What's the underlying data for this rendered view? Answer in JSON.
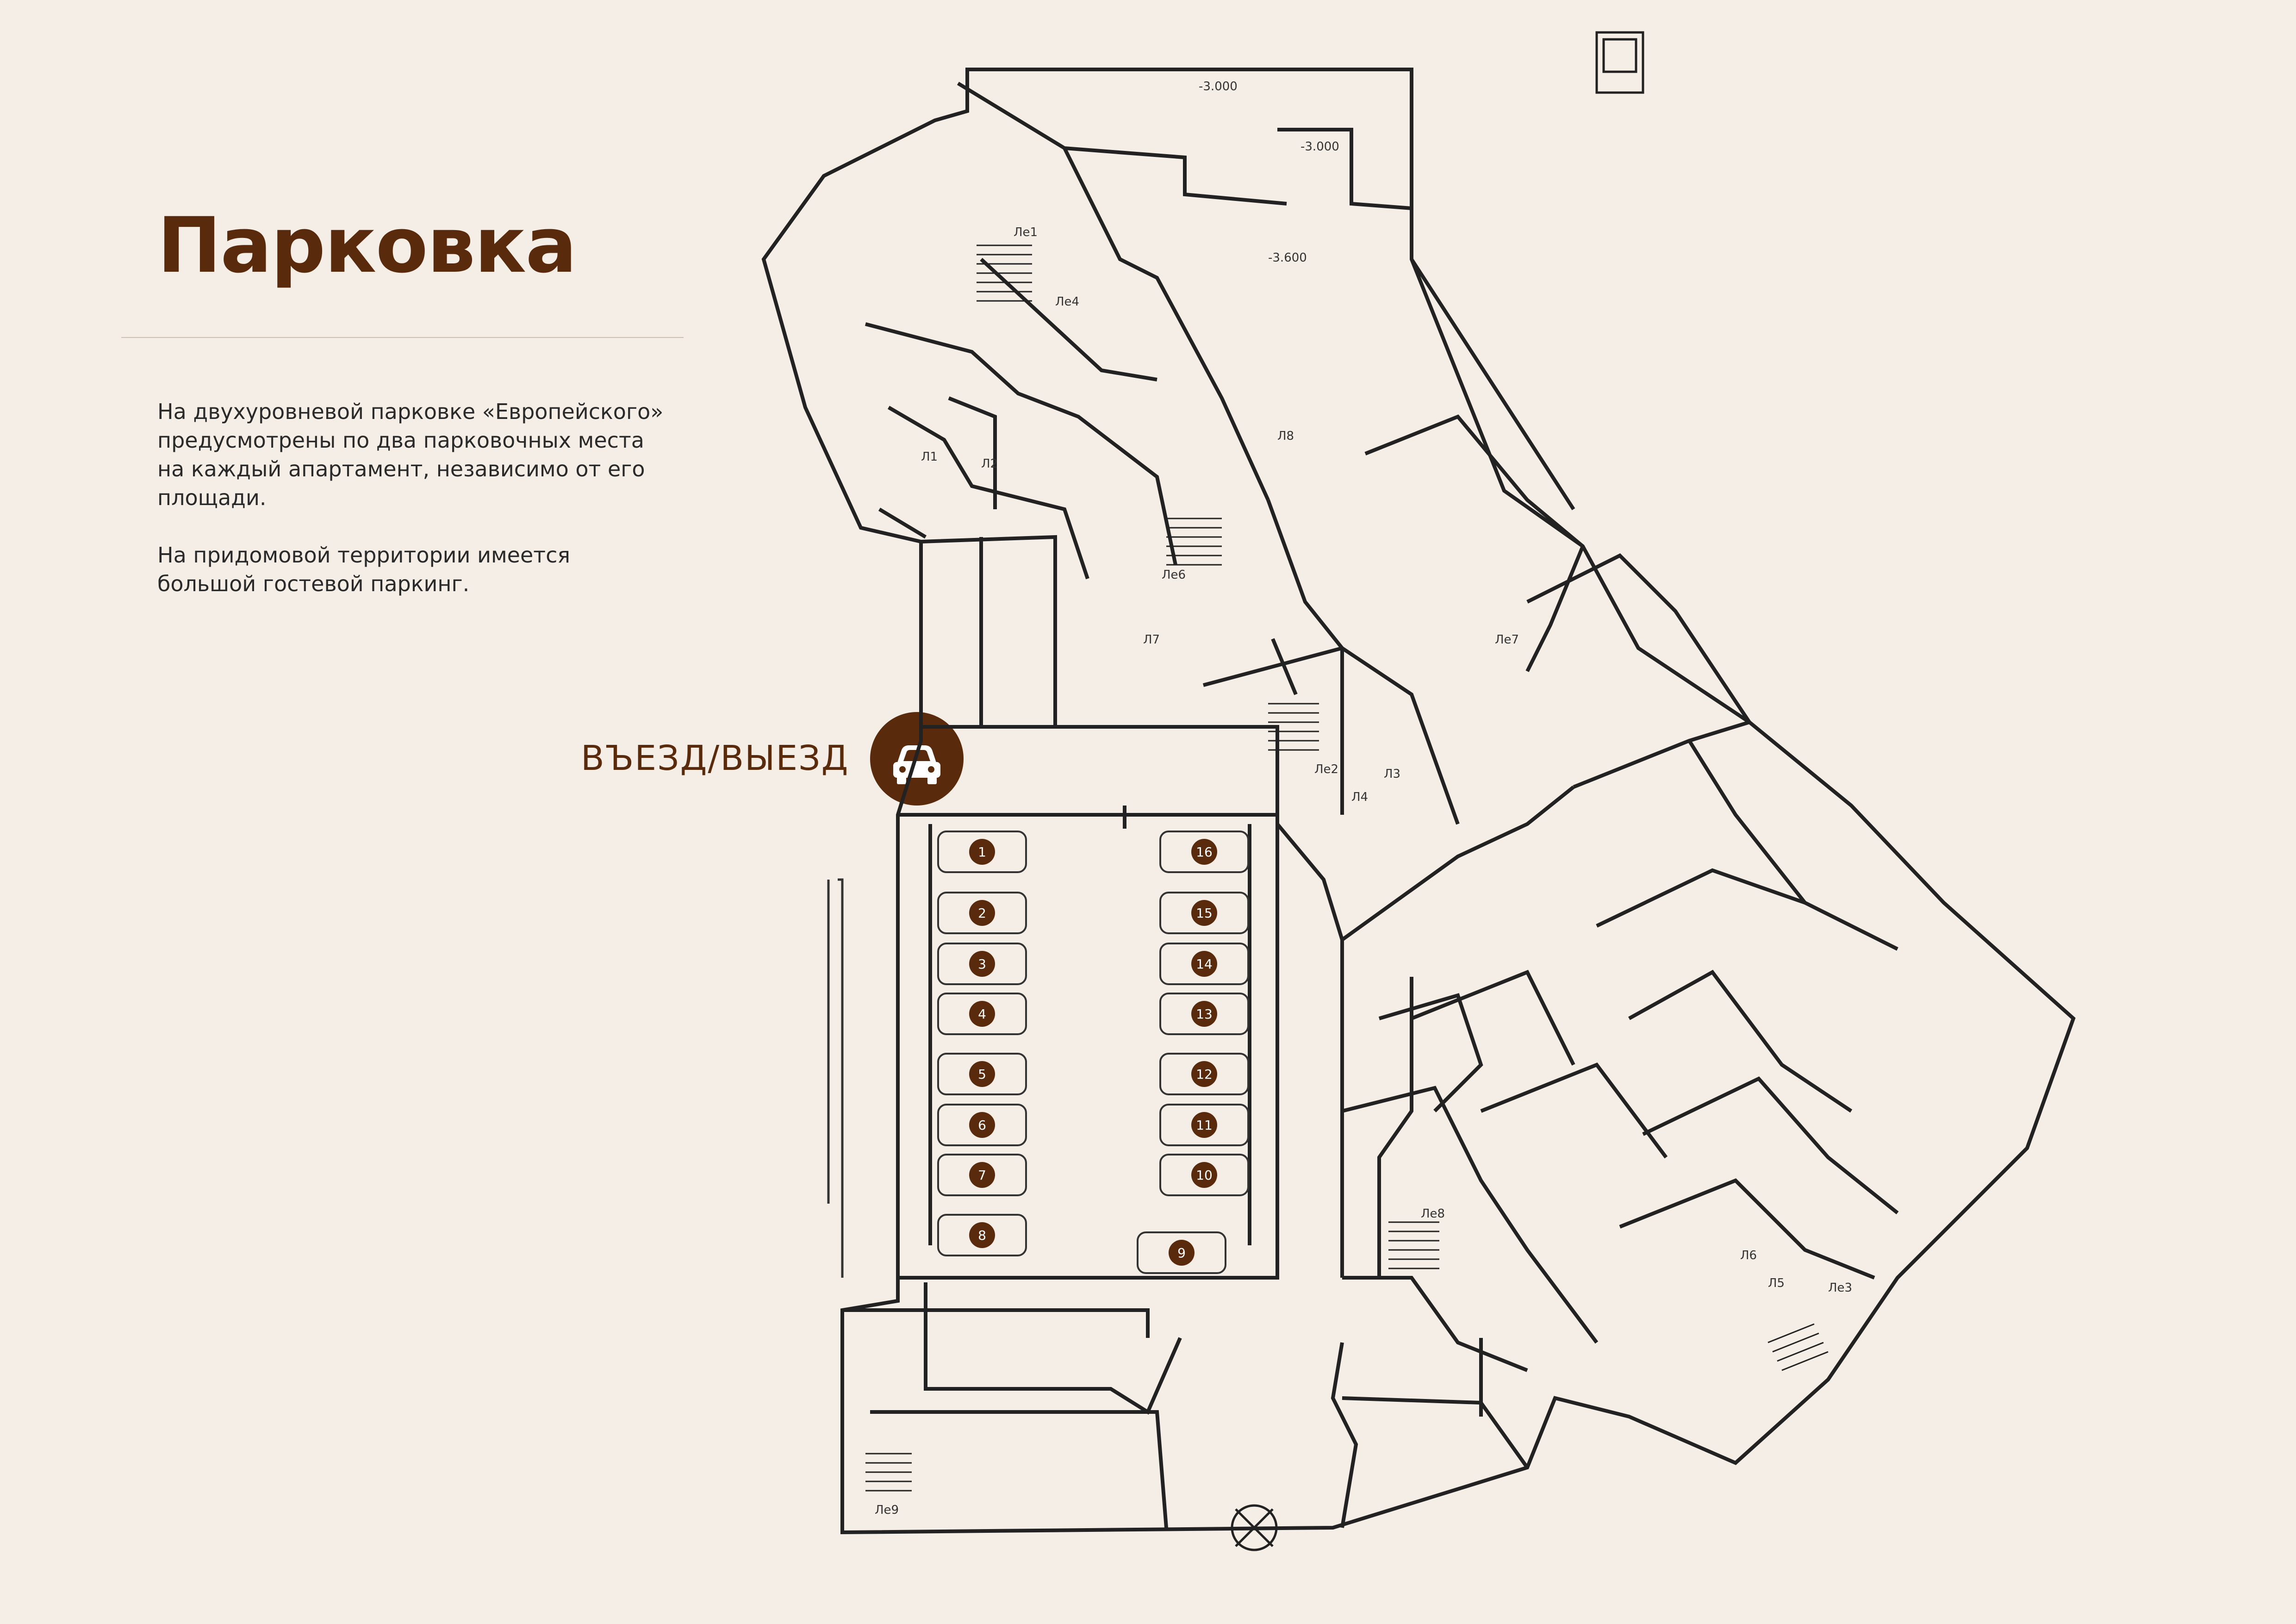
{
  "page": {
    "title": "Парковка",
    "description": [
      "На двухуровневой парковке «Европейского»\nпредусмотрены по два парковочных места\nна каждый апартамент, независимо от его\nплощади.",
      "На придомовой территории имеется\nбольшой гостевой паркинг."
    ]
  },
  "entry": {
    "label": "ВЪЕЗД/ВЫЕЗД",
    "icon": "car-icon"
  },
  "parking_spots": {
    "left_column": [
      "1",
      "2",
      "3",
      "4",
      "5",
      "6",
      "7",
      "8"
    ],
    "right_column": [
      "16",
      "15",
      "14",
      "13",
      "12",
      "11",
      "10"
    ],
    "bottom": [
      "9"
    ]
  },
  "plan_labels": {
    "le1": "Ле1",
    "le2": "Ле2",
    "le3": "Ле3",
    "le4": "Ле4",
    "le6": "Ле6",
    "le7": "Ле7",
    "le9": "Ле9",
    "le8": "Ле8",
    "l1": "Л1",
    "l2": "Л2",
    "l3": "Л3",
    "l4": "Л4",
    "l5": "Л5",
    "l6": "Л6",
    "l7": "Л7",
    "l8": "Л8",
    "lev1": "-3.000",
    "lev2": "-3.000",
    "lev3": "-3.600"
  },
  "colors": {
    "brand": "#5a2a0d",
    "background": "#f5eee6",
    "line": "#222222"
  }
}
